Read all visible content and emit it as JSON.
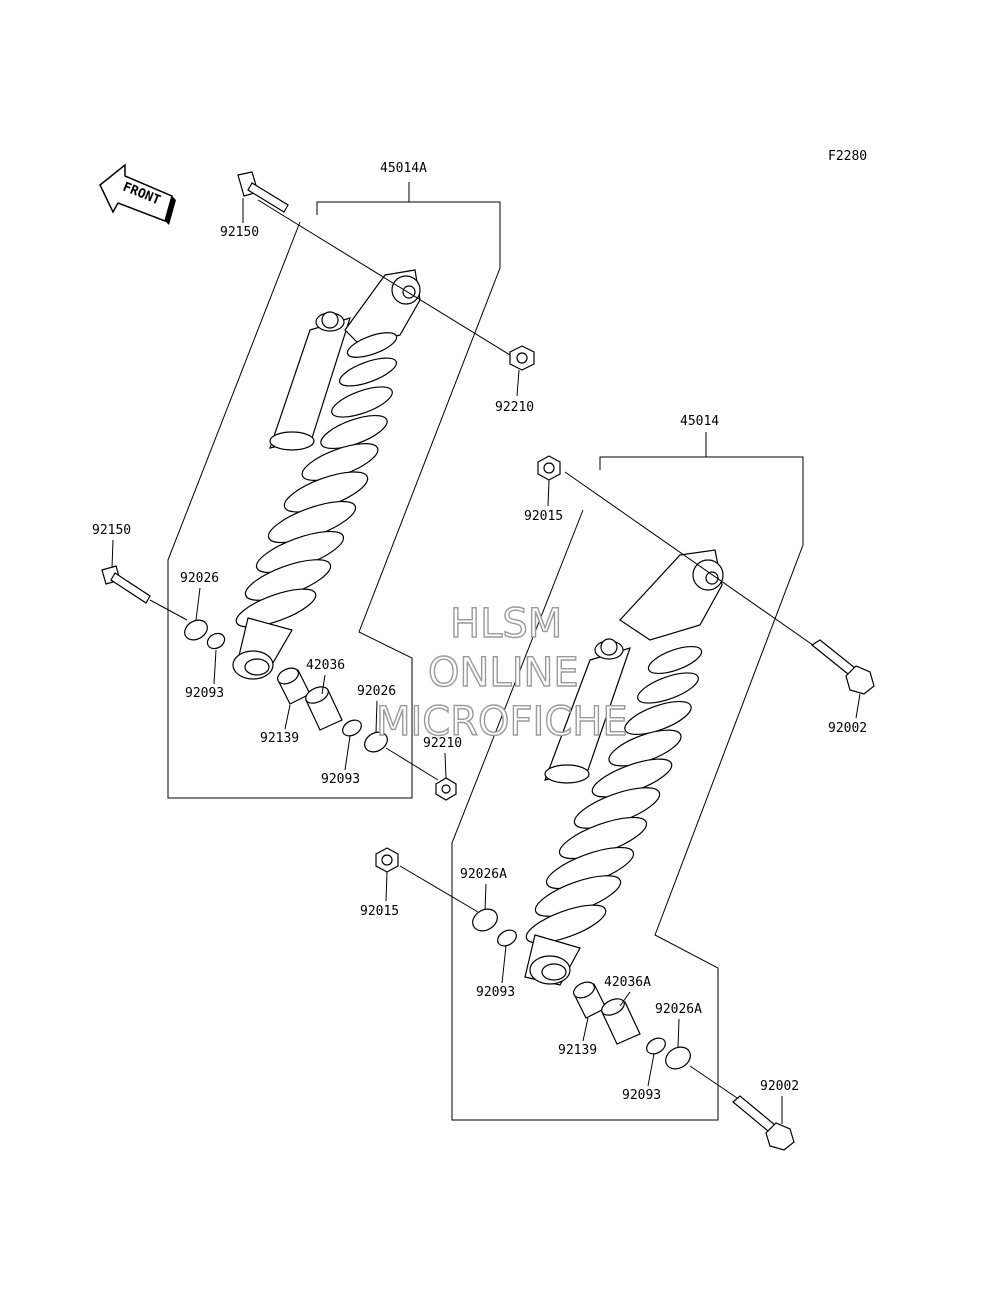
{
  "figure_code": "F2280",
  "front_arrow": {
    "label": "FRONT"
  },
  "watermark": {
    "line1": "HLSM",
    "line2": "ONLINE",
    "line3": "MICROFICHE"
  },
  "labels": {
    "assy_rear": "45014A",
    "assy_front": "45014",
    "bolt_top": "92150",
    "nut_top": "92210",
    "bolt_left": "92150",
    "washer_left_outer": "92026",
    "seal_left_outer": "92093",
    "collar_left": "42036",
    "washer_left_inner": "92026",
    "bushing_left": "92139",
    "seal_left_inner": "92093",
    "nut_left_bottom": "92210",
    "nut_front_top": "92015",
    "bolt_front_top": "92002",
    "nut_front_bottom": "92015",
    "washer_front_outer": "92026A",
    "seal_front_outer": "92093",
    "collar_front": "42036A",
    "washer_front_inner": "92026A",
    "bushing_front": "92139",
    "seal_front_inner": "92093",
    "bolt_front_bottom": "92002"
  }
}
